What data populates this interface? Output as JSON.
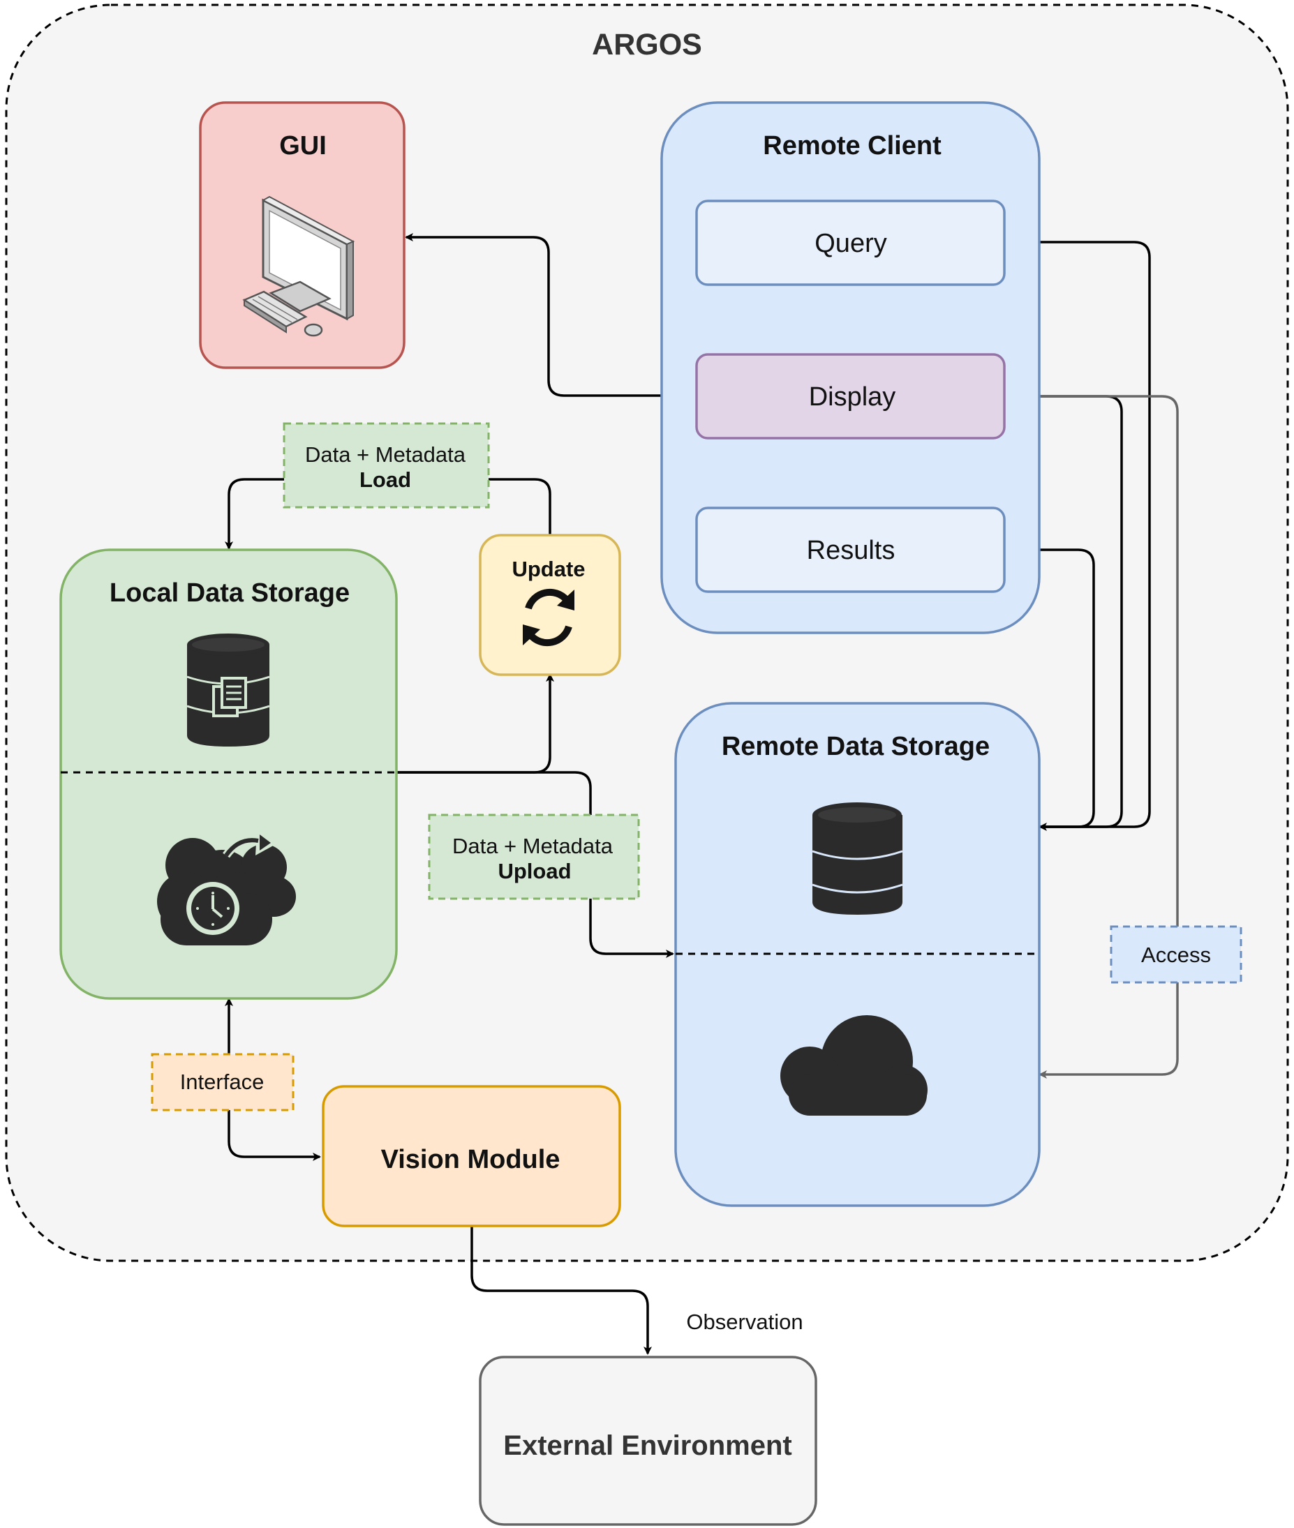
{
  "title": "ARGOS",
  "gui": {
    "label": "GUI",
    "icon": "desktop-computer-icon"
  },
  "remote_client": {
    "label": "Remote Client",
    "query": "Query",
    "display": "Display",
    "results": "Results"
  },
  "local_storage": {
    "label": "Local Data Storage",
    "icons": [
      "database-documents-icon",
      "cloud-clock-upload-icon"
    ]
  },
  "update": {
    "label": "Update",
    "icon": "refresh-icon"
  },
  "load_tag": {
    "line1": "Data + Metadata",
    "line2": "Load"
  },
  "upload_tag": {
    "line1": "Data + Metadata",
    "line2": "Upload"
  },
  "remote_storage": {
    "label": "Remote Data Storage",
    "icons": [
      "database-icon",
      "cloud-icon"
    ]
  },
  "access_tag": "Access",
  "interface_tag": "Interface",
  "vision_module": "Vision Module",
  "observation": "Observation",
  "external": "External Environment",
  "colors": {
    "gui_fill": "#f8cecc",
    "gui_stroke": "#b85450",
    "blue_fill": "#dae8fc",
    "blue_stroke": "#6c8ebf",
    "inner_fill": "#e8f0fc",
    "purple_fill": "#e1d5e7",
    "purple_stroke": "#9673a6",
    "green_fill": "#d5e8d4",
    "green_stroke": "#82b366",
    "yellow_fill": "#fff2cc",
    "yellow_stroke": "#d6b656",
    "orange_fill": "#ffe6cc",
    "orange_stroke": "#d79b00",
    "gray_fill": "#f5f5f5",
    "gray_stroke": "#666666"
  }
}
